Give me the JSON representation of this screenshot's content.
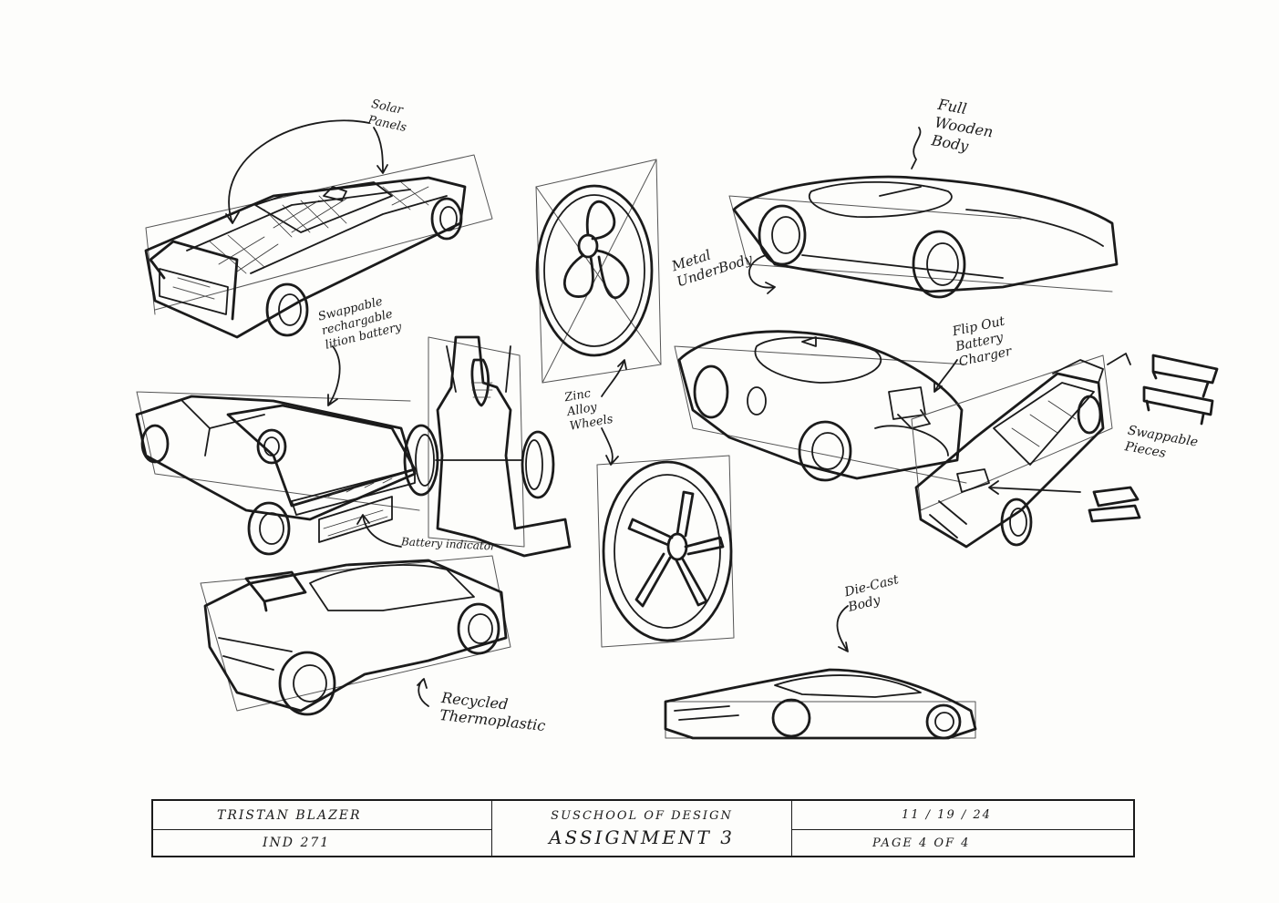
{
  "annotations": {
    "solar_panels": "Solar\nPanels",
    "full_wooden_body": "Full\nWooden\nBody",
    "metal_underbody": "Metal\nUnderBody",
    "swappable_battery": "Swappable\nrechargable\nlition battery",
    "zinc_alloy_wheels": "Zinc\nAlloy\nWheels",
    "flip_out_charger": "Flip Out\nBattery\nCharger",
    "swappable_pieces": "Swappable\nPieces",
    "battery_indicator": "Battery indicator",
    "die_cast_body": "Die-Cast\nBody",
    "recycled_thermoplastic": "Recycled\nThermoplastic"
  },
  "title_block": {
    "name": "TRISTAN   BLAZER",
    "course": "IND  271",
    "school": "SUSCHOOL OF DESIGN",
    "assignment": "ASSIGNMENT  3",
    "date": "11 / 19 / 24",
    "page": "PAGE  4 OF 4"
  },
  "colors": {
    "ink": "#1b1b1b",
    "paper": "#fdfdfb"
  }
}
